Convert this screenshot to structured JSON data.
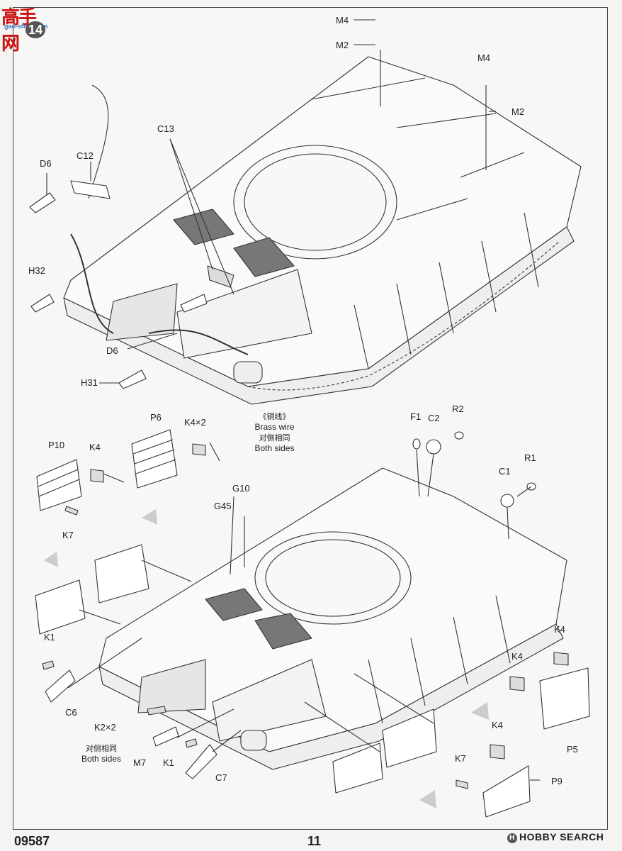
{
  "watermark": {
    "site_name": "高手网",
    "site_url": "gao-shou.com"
  },
  "step_number": "14",
  "footer": {
    "kit_number": "09587",
    "page_number": "11",
    "source_brand": "HOBBY SEARCH"
  },
  "upper_assembly": {
    "labels": [
      "M4",
      "M2",
      "M4",
      "M2",
      "C13",
      "C12",
      "D6",
      "H32",
      "D6",
      "H31"
    ],
    "note": {
      "cn": "《铜线》",
      "en_1": "Brass wire",
      "cn_2": "对侧相同",
      "en_2": "Both sides"
    }
  },
  "lower_assembly": {
    "labels": [
      "P6",
      "K4×2",
      "P10",
      "K4",
      "K7",
      "G10",
      "G45",
      "F1",
      "C2",
      "R2",
      "C1",
      "R1",
      "K1",
      "C6",
      "K2×2",
      "M7",
      "K1",
      "C7",
      "K4",
      "K4",
      "P5",
      "K4",
      "K7",
      "P9"
    ],
    "note": {
      "cn": "对侧相同",
      "en": "Both sides"
    }
  }
}
